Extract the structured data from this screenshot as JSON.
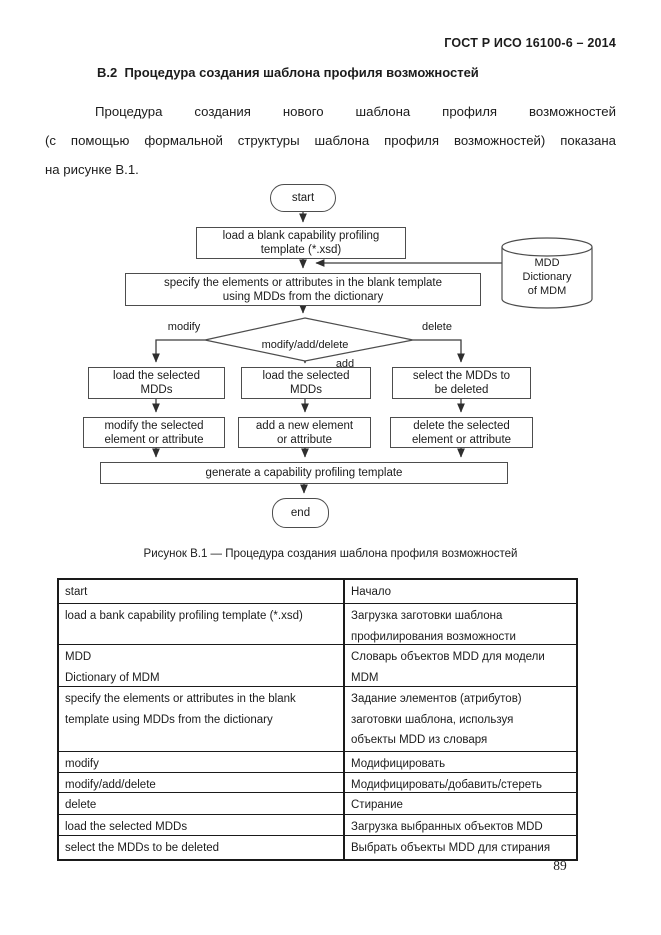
{
  "header": {
    "doc_code": "ГОСТ Р ИСО 16100-6 – 2014"
  },
  "section": {
    "heading": "В.2  Процедура создания шаблона профиля возможностей"
  },
  "paragraph": {
    "line1": "Процедура создания нового шаблона профиля возможностей",
    "line2": "(с помощью формальной структуры шаблона профиля возможностей) показана",
    "line3": "на рисунке В.1."
  },
  "flowchart": {
    "start": "start",
    "load_blank": "load a blank capability profiling\ntemplate (*.xsd)",
    "dictionary": "MDD\nDictionary\nof MDM",
    "specify": "specify the elements or attributes in the blank template\nusing MDDs from the dictionary",
    "decision": "modify/add/delete",
    "branch_modify": "modify",
    "branch_add": "add",
    "branch_delete": "delete",
    "load_selected_left": "load the selected\nMDDs",
    "load_selected_center": "load the selected\nMDDs",
    "select_to_delete": "select the MDDs to\nbe deleted",
    "modify_element": "modify the selected\nelement or attribute",
    "add_element": "add a new element\nor attribute",
    "delete_element": "delete the selected\nelement or attribute",
    "generate": "generate a capability profiling template",
    "end": "end"
  },
  "figure_caption": "Рисунок В.1 — Процедура создания шаблона профиля возможностей",
  "table": {
    "rows": [
      {
        "en": "start",
        "ru": "Начало"
      },
      {
        "en": "load a bank capability profiling template (*.xsd)",
        "ru": "Загрузка заготовки шаблона\nпрофилирования возможности"
      },
      {
        "en": "MDD\nDictionary of MDM",
        "ru": "Словарь объектов MDD для модели\nMDM"
      },
      {
        "en": "specify the elements or attributes in the blank\ntemplate using MDDs from the dictionary",
        "ru": "Задание элементов (атрибутов)\nзаготовки шаблона, используя\nобъекты MDD из словаря"
      },
      {
        "en": "modify",
        "ru": "Модифицировать"
      },
      {
        "en": "modify/add/delete",
        "ru": "Модифицировать/добавить/стереть"
      },
      {
        "en": "delete",
        "ru": "Стирание"
      },
      {
        "en": "load the selected MDDs",
        "ru": "Загрузка выбранных объектов MDD"
      },
      {
        "en": "select the MDDs to be deleted",
        "ru": "Выбрать объекты MDD для стирания"
      }
    ]
  },
  "page": {
    "number": "89"
  },
  "colors": {
    "ink": "#1c1c1c",
    "line": "#3c3c3c",
    "box_border": "#4d4d4d"
  }
}
